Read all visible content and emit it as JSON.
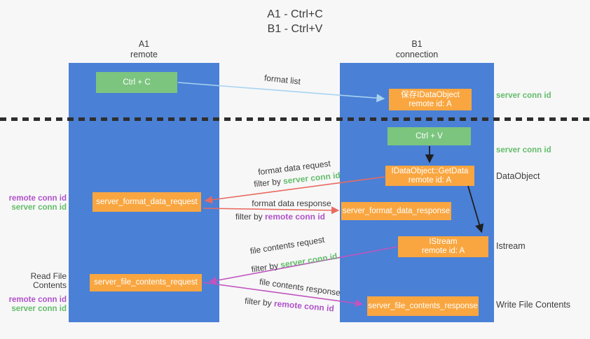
{
  "title": {
    "line1": "A1 - Ctrl+C",
    "line2": "B1 - Ctrl+V"
  },
  "columns": {
    "left": {
      "name_line": "A1",
      "role_line": "remote"
    },
    "right": {
      "name_line": "B1",
      "role_line": "connection"
    }
  },
  "nodes": {
    "ctrl_c": {
      "label": "Ctrl + C"
    },
    "save_idataobject": {
      "line1": "保存IDataObject",
      "line2": "remote id: A"
    },
    "ctrl_v": {
      "label": "Ctrl + V"
    },
    "getdata": {
      "line1": "IDataObject::GetData",
      "line2": "remote id: A"
    },
    "format_request": {
      "label": "server_format_data_request"
    },
    "format_response": {
      "label": "server_format_data_response"
    },
    "istream": {
      "line1": "IStream",
      "line2": "remote id: A"
    },
    "file_request": {
      "label": "server_file_contents_request"
    },
    "file_response": {
      "label": "server_file_contents_response"
    }
  },
  "arrow_labels": {
    "format_list": "format list",
    "format_data_request": "format data request",
    "format_data_response": "format data response",
    "file_contents_request": "file contents request",
    "file_contents_response": "file contents response",
    "filter_by": "filter by ",
    "server_conn_id": "server conn id",
    "remote_conn_id": "remote conn id"
  },
  "side_labels": {
    "left_top": {
      "remote": "remote conn id",
      "server": "server conn id"
    },
    "left_bottom": {
      "title": "Read File Contents",
      "remote": "remote conn id",
      "server": "server conn id"
    },
    "right_server_1": "server conn id",
    "right_server_2": "server conn id",
    "right_dataobject": "DataObject",
    "right_istream": "Istream",
    "right_write": "Write File Contents"
  },
  "colors": {
    "column_blue": "#4a80d6",
    "node_green": "#7cc57f",
    "node_orange": "#f9a640",
    "arrow_light_blue": "#a8d3f0",
    "arrow_red": "#e96a5f",
    "arrow_magenta": "#c054be",
    "arrow_black": "#1f1f1f",
    "label_green": "#64bd6a",
    "label_purple": "#b052c8",
    "text_dark": "#3b3b3b",
    "background": "#f7f7f8"
  }
}
